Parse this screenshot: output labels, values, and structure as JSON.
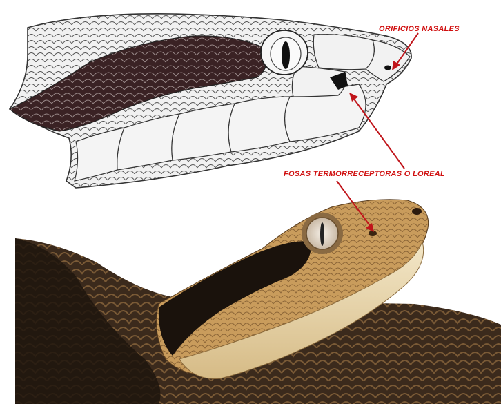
{
  "labels": {
    "nasal": "ORIFICIOS NASALES",
    "pit": "FOSAS TERMORRECEPTORAS  O  LOREAL"
  },
  "colors": {
    "label_red": "#d01010",
    "arrow_red": "#c0141a",
    "drawing_fill": "#f2f2f2",
    "drawing_stripe": "#3a2224",
    "snake_dark": "#241a12",
    "snake_tan": "#c79a5a",
    "snake_belly": "#efe2bf"
  },
  "figures": [
    {
      "name": "illustration-snake-head",
      "kind": "line drawing"
    },
    {
      "name": "photo-snake-head",
      "kind": "photograph"
    }
  ]
}
